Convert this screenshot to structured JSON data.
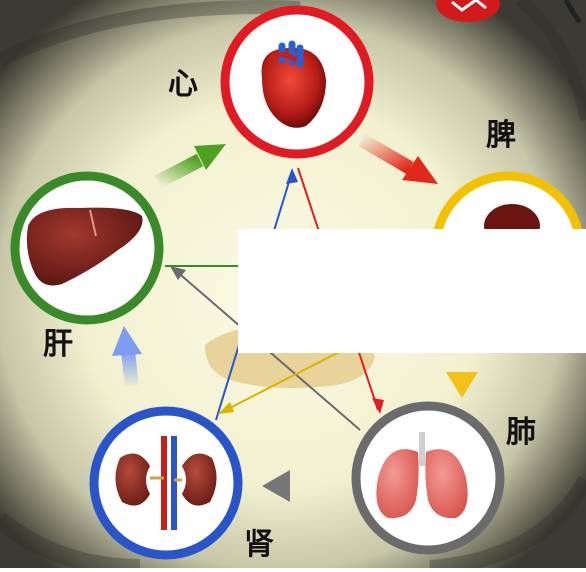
{
  "organs": {
    "heart": {
      "label": "心",
      "ring_color": "#e01b24"
    },
    "spleen": {
      "label": "脾",
      "ring_color": "#f2c200"
    },
    "lung": {
      "label": "肺",
      "ring_color": "#6b6b6b"
    },
    "kidney": {
      "label": "肾",
      "ring_color": "#2a55c9"
    },
    "liver": {
      "label": "肝",
      "ring_color": "#3a8a2a"
    }
  },
  "arrow_colors": {
    "generating_liver_to_heart": "#4fa021",
    "generating_heart_to_spleen": "#e0281c",
    "generating_spleen_to_lung": "#f3c21a",
    "generating_lung_to_kidney": "#777777",
    "generating_kidney_to_liver": "#7f9df0"
  },
  "logo_color": "#d11a1a"
}
